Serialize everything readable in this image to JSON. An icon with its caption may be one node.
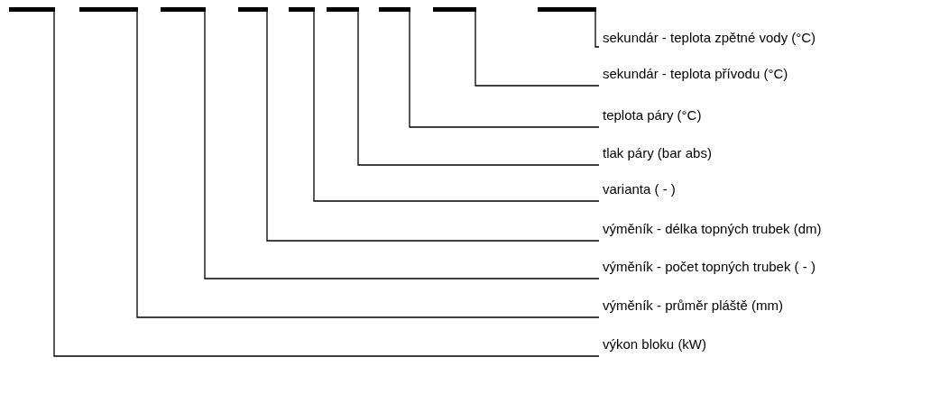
{
  "diagram": {
    "nodes": [
      {
        "text": [],
        "shape": "bar"
      },
      {
        "text": [],
        "shape": "bar"
      },
      {
        "text": [],
        "shape": "bar"
      },
      {
        "text": [],
        "shape": "bar"
      },
      {
        "text": [],
        "shape": "bar"
      },
      {
        "text": [],
        "shape": "bar"
      },
      {
        "text": [],
        "shape": "bar"
      },
      {
        "text": [],
        "shape": "bar"
      },
      {
        "text": [],
        "shape": "bar"
      },
      {
        "text": [
          "sekundár - teplota zpětné vody (°C)"
        ]
      },
      {
        "text": [
          "sekundár - teplota přívodu (°C)"
        ]
      },
      {
        "text": [
          "teplota páry (°C)"
        ]
      },
      {
        "text": [
          "tlak páry (bar abs)"
        ]
      },
      {
        "text": [
          "varianta ( - )"
        ]
      },
      {
        "text": [
          "výměník - délka topných trubek (dm)"
        ]
      },
      {
        "text": [
          "výměník - počet topných trubek ( - )"
        ]
      },
      {
        "text": [
          "výměník - průměr pláště (mm)"
        ]
      },
      {
        "text": [
          "výkon bloku (kW)"
        ]
      }
    ],
    "edges": [
      {
        "from": 9,
        "to": 8,
        "arrow": "none"
      },
      {
        "from": 10,
        "to": 7,
        "arrow": "none"
      },
      {
        "from": 11,
        "to": 6,
        "arrow": "none"
      },
      {
        "from": 12,
        "to": 5,
        "arrow": "none"
      },
      {
        "from": 13,
        "to": 4,
        "arrow": "none"
      },
      {
        "from": 14,
        "to": 3,
        "arrow": "none"
      },
      {
        "from": 15,
        "to": 2,
        "arrow": "none"
      },
      {
        "from": 16,
        "to": 1,
        "arrow": "none"
      },
      {
        "from": 17,
        "to": 0,
        "arrow": "none"
      }
    ]
  }
}
